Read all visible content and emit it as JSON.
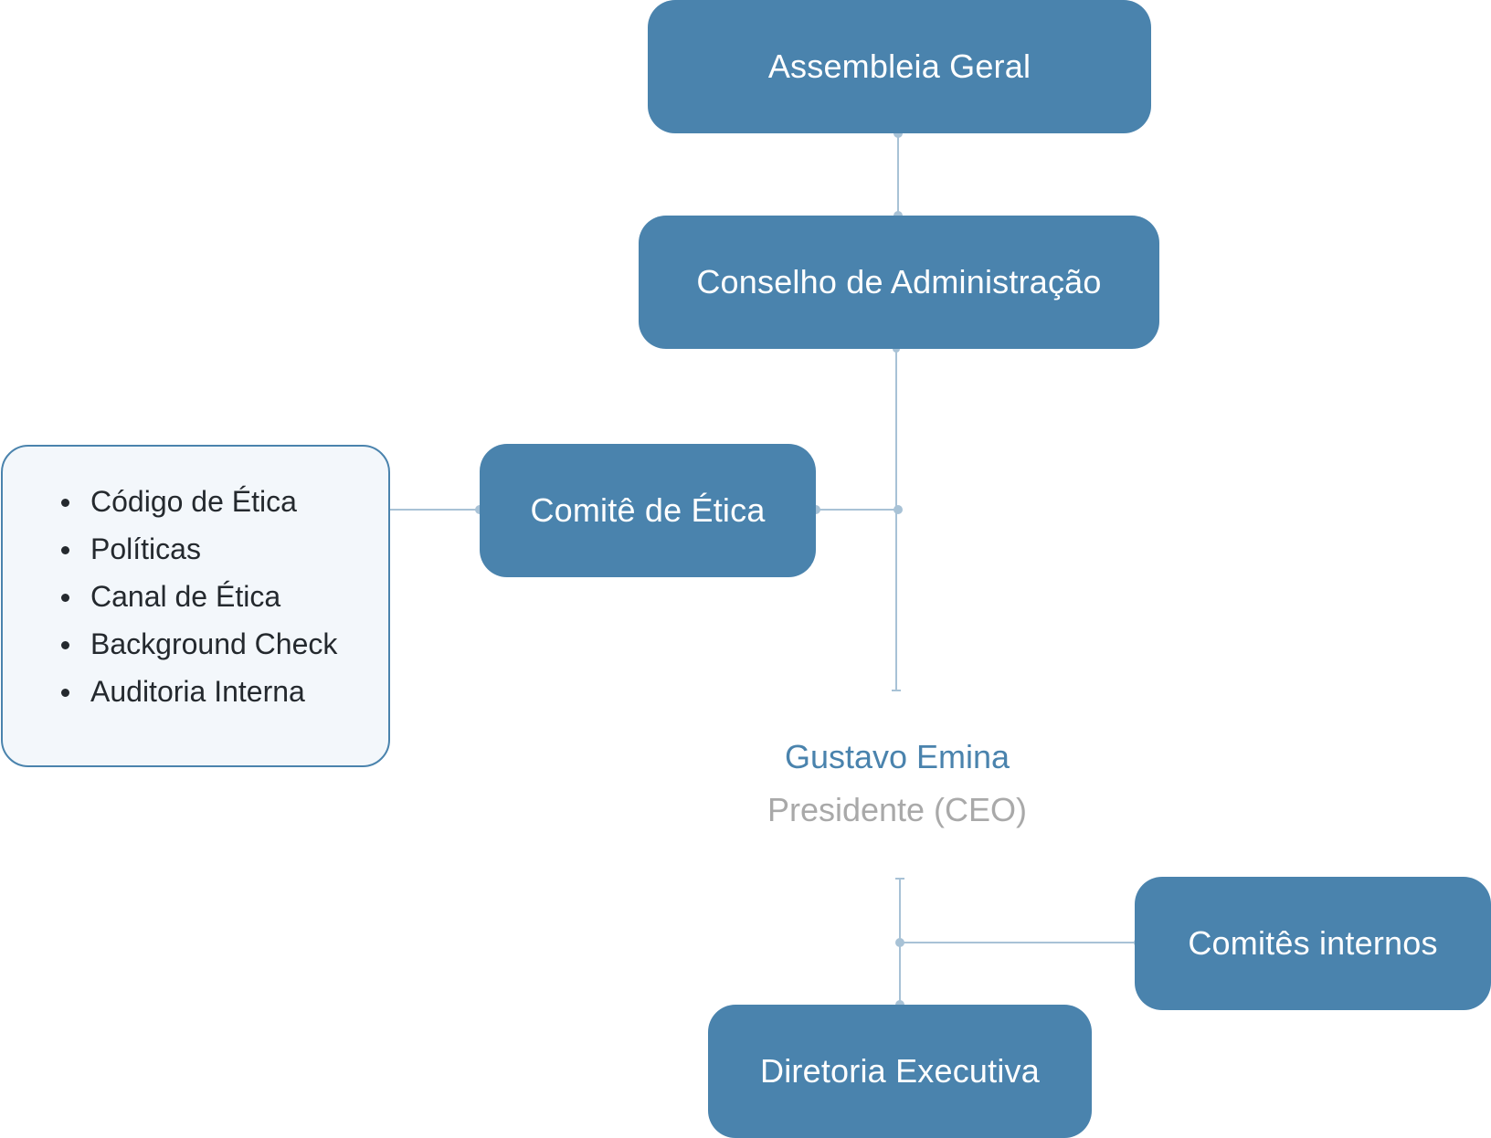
{
  "nodes": {
    "assembleia": "Assembleia Geral",
    "conselho": "Conselho de Administração",
    "comite_etica": "Comitê de Ética",
    "comites_internos": "Comitês internos",
    "diretoria": "Diretoria Executiva"
  },
  "ethics_items": [
    "Código de Ética",
    "Políticas",
    "Canal de Ética",
    "Background Check",
    "Auditoria Interna"
  ],
  "ceo": {
    "name": "Gustavo Emina",
    "role": "Presidente (CEO)"
  },
  "colors": {
    "node_fill": "#4a83ad",
    "connector": "#a8c2d6",
    "list_background": "#f3f7fb",
    "ceo_name": "#4a83ad",
    "ceo_role": "#a9a9a9"
  }
}
